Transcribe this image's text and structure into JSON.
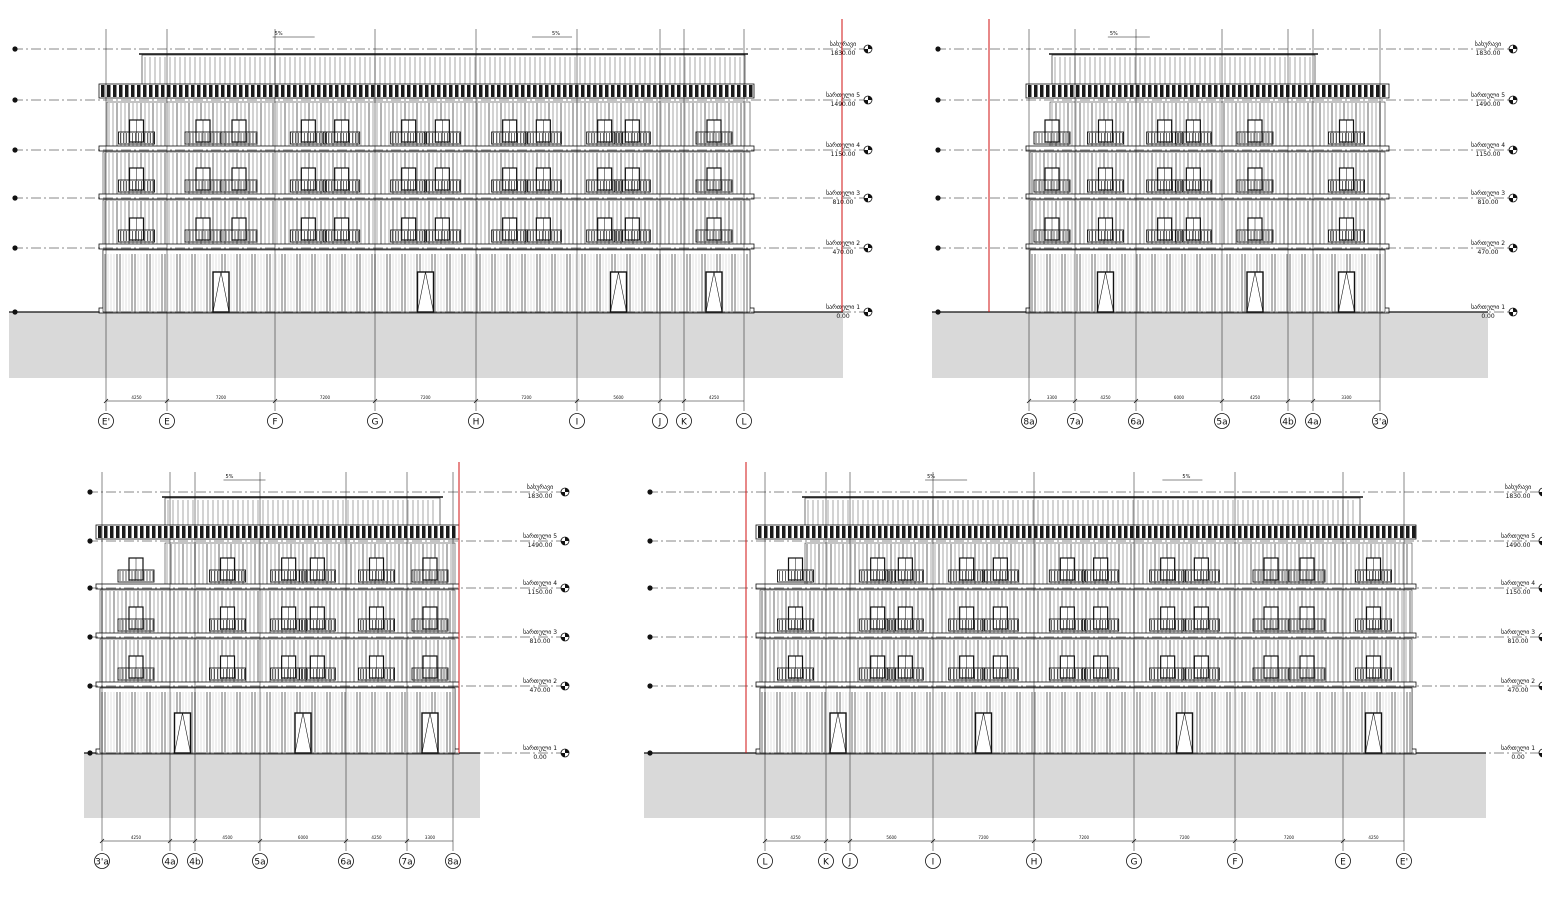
{
  "sheet": {
    "elevations": [
      {
        "id": "elev-1",
        "axes": [
          "E'",
          "E",
          "F",
          "G",
          "H",
          "I",
          "J",
          "K",
          "L"
        ],
        "dims": [
          "4250",
          "7200",
          "7200",
          "7200",
          "7200",
          "5600",
          "",
          "4250"
        ],
        "levels": [
          {
            "name": "სახურავი",
            "value": "1830.00"
          },
          {
            "name": "სართული 5",
            "value": "1490.00"
          },
          {
            "name": "სართული 4",
            "value": "1150.00"
          },
          {
            "name": "სართული 3",
            "value": "810.00"
          },
          {
            "name": "სართული 2",
            "value": "470.00"
          },
          {
            "name": "სართული 1",
            "value": "0.00"
          }
        ],
        "slope": "5%"
      },
      {
        "id": "elev-2",
        "axes": [
          "8a",
          "7a",
          "6a",
          "5a",
          "4b",
          "4a",
          "3'a"
        ],
        "dims": [
          "3300",
          "4250",
          "6000",
          "4250",
          "",
          "3300"
        ],
        "levels": [
          {
            "name": "სახურავი",
            "value": "1830.00"
          },
          {
            "name": "სართული 5",
            "value": "1490.00"
          },
          {
            "name": "სართული 4",
            "value": "1150.00"
          },
          {
            "name": "სართული 3",
            "value": "810.00"
          },
          {
            "name": "სართული 2",
            "value": "470.00"
          },
          {
            "name": "სართული 1",
            "value": "0.00"
          }
        ],
        "slope": "5%"
      },
      {
        "id": "elev-3",
        "axes": [
          "3'a",
          "4a",
          "4b",
          "5a",
          "6a",
          "7a",
          "8a"
        ],
        "dims": [
          "4250",
          "",
          "4500",
          "6000",
          "4250",
          "3300"
        ],
        "levels": [
          {
            "name": "სახურავი",
            "value": "1830.00"
          },
          {
            "name": "სართული 5",
            "value": "1490.00"
          },
          {
            "name": "სართული 4",
            "value": "1150.00"
          },
          {
            "name": "სართული 3",
            "value": "810.00"
          },
          {
            "name": "სართული 2",
            "value": "470.00"
          },
          {
            "name": "სართული 1",
            "value": "0.00"
          }
        ],
        "slope": "5%"
      },
      {
        "id": "elev-4",
        "axes": [
          "L",
          "K",
          "J",
          "I",
          "H",
          "G",
          "F",
          "E",
          "E'"
        ],
        "dims": [
          "4250",
          "",
          "5600",
          "7200",
          "7200",
          "7200",
          "7200",
          "4250"
        ],
        "levels": [
          {
            "name": "სახურავი",
            "value": "1830.00"
          },
          {
            "name": "სართული 5",
            "value": "1490.00"
          },
          {
            "name": "სართული 4",
            "value": "1150.00"
          },
          {
            "name": "სართული 3",
            "value": "810.00"
          },
          {
            "name": "სართული 2",
            "value": "470.00"
          },
          {
            "name": "სართული 1",
            "value": "0.00"
          }
        ],
        "slope": "5%"
      }
    ]
  },
  "colors": {
    "line": "#111111",
    "facade_gray": "#9e9e9e",
    "ground_fill": "#d9d9d9",
    "accent_red": "#d01010"
  }
}
